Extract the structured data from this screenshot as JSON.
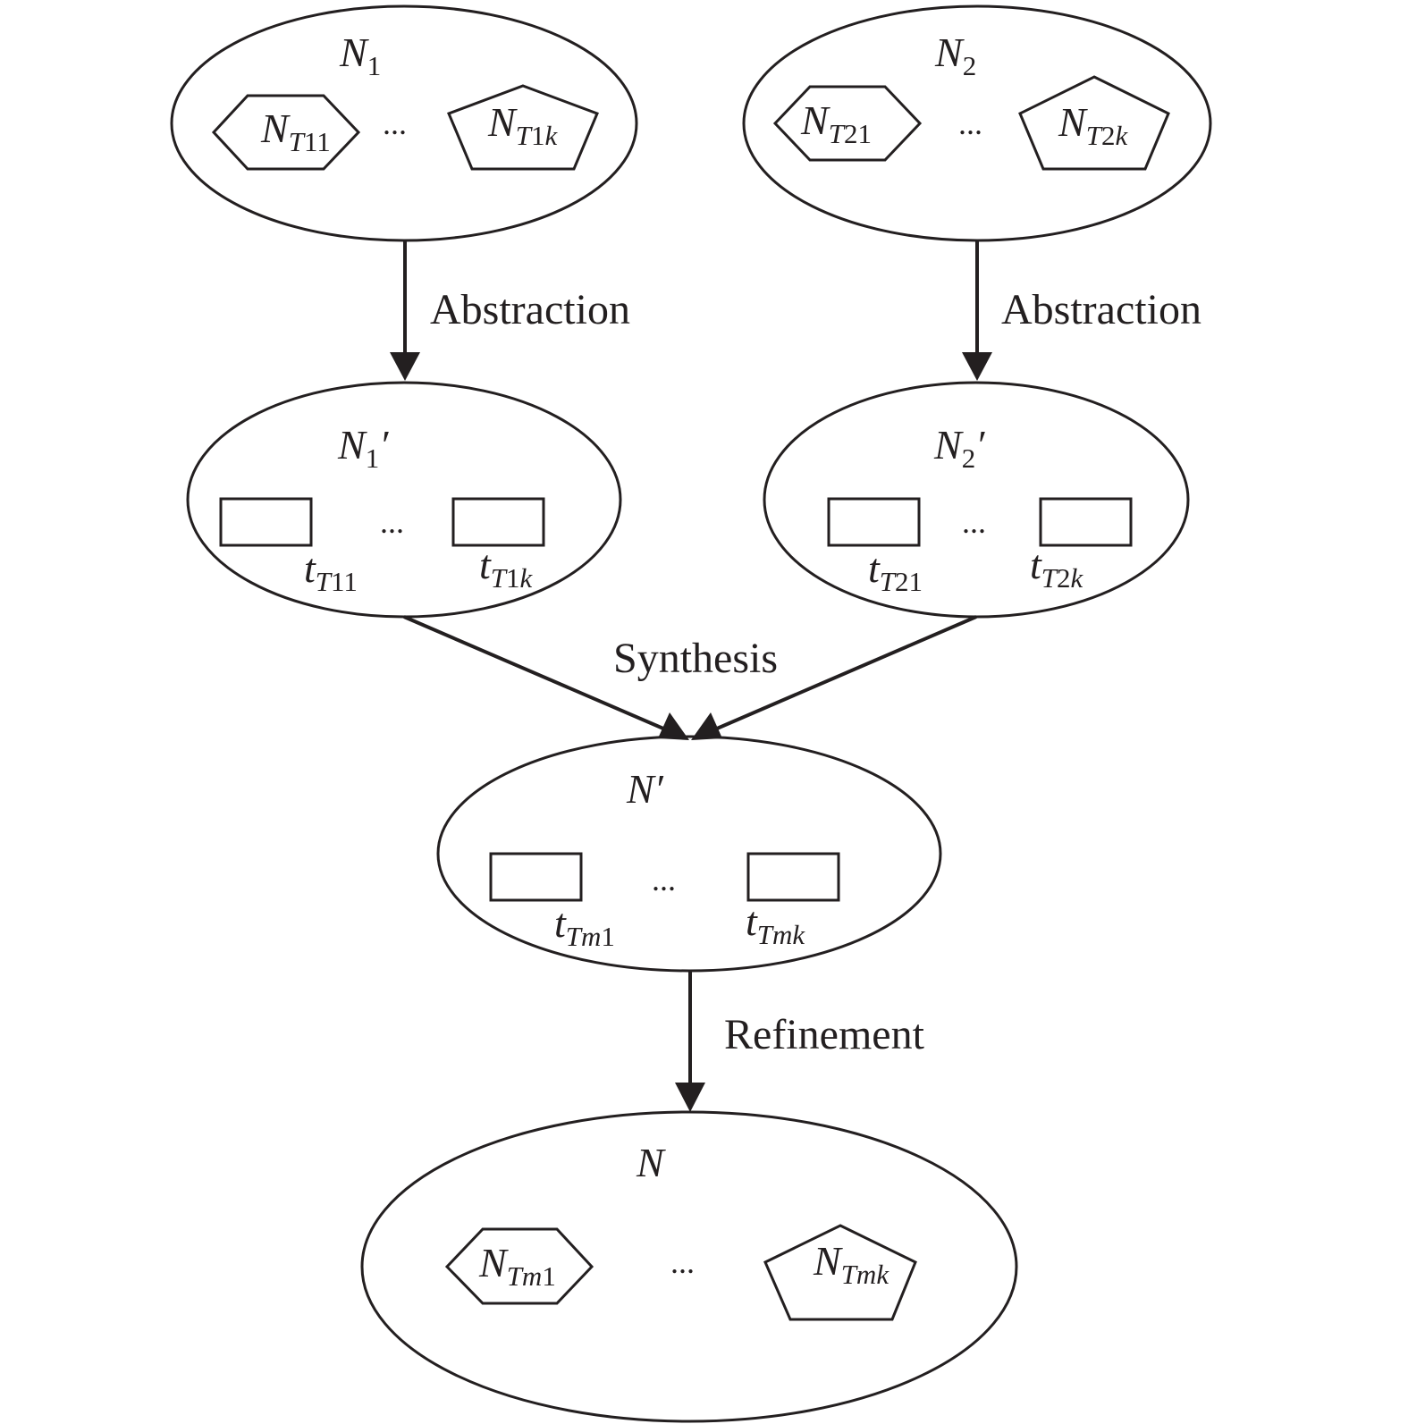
{
  "nodes": {
    "n1": {
      "name": "N",
      "sub": "1",
      "prime": "",
      "items": [
        {
          "shape": "hexagon",
          "name": "N",
          "sub_i": "T",
          "sub_r": "11"
        },
        {
          "shape": "pentagon",
          "name": "N",
          "sub_i": "T",
          "sub_r": "1",
          "sub_i2": "k"
        }
      ],
      "ellipsis": "..."
    },
    "n2": {
      "name": "N",
      "sub": "2",
      "prime": "",
      "items": [
        {
          "shape": "hexagon",
          "name": "N",
          "sub_i": "T",
          "sub_r": "21"
        },
        {
          "shape": "pentagon",
          "name": "N",
          "sub_i": "T",
          "sub_r": "2",
          "sub_i2": "k"
        }
      ],
      "ellipsis": "..."
    },
    "n1p": {
      "name": "N",
      "sub": "1",
      "prime": "′",
      "items": [
        {
          "shape": "rectangle",
          "name": "t",
          "sub_i": "T",
          "sub_r": "11"
        },
        {
          "shape": "rectangle",
          "name": "t",
          "sub_i": "T",
          "sub_r": "1",
          "sub_i2": "k"
        }
      ],
      "ellipsis": "..."
    },
    "n2p": {
      "name": "N",
      "sub": "2",
      "prime": "′",
      "items": [
        {
          "shape": "rectangle",
          "name": "t",
          "sub_i": "T",
          "sub_r": "21"
        },
        {
          "shape": "rectangle",
          "name": "t",
          "sub_i": "T",
          "sub_r": "2",
          "sub_i2": "k"
        }
      ],
      "ellipsis": "..."
    },
    "np": {
      "name": "N",
      "prime": "′",
      "items": [
        {
          "shape": "rectangle",
          "name": "t",
          "sub_i": "Tm",
          "sub_r": "1"
        },
        {
          "shape": "rectangle",
          "name": "t",
          "sub_i": "Tmk"
        }
      ],
      "ellipsis": "..."
    },
    "n": {
      "name": "N",
      "items": [
        {
          "shape": "hexagon",
          "name": "N",
          "sub_i": "Tm",
          "sub_r": "1"
        },
        {
          "shape": "pentagon",
          "name": "N",
          "sub_i": "Tmk"
        }
      ],
      "ellipsis": "..."
    }
  },
  "edges": {
    "abstraction_left": "Abstraction",
    "abstraction_right": "Abstraction",
    "synthesis": "Synthesis",
    "refinement": "Refinement"
  },
  "colors": {
    "stroke": "#231f20",
    "background": "#ffffff"
  }
}
